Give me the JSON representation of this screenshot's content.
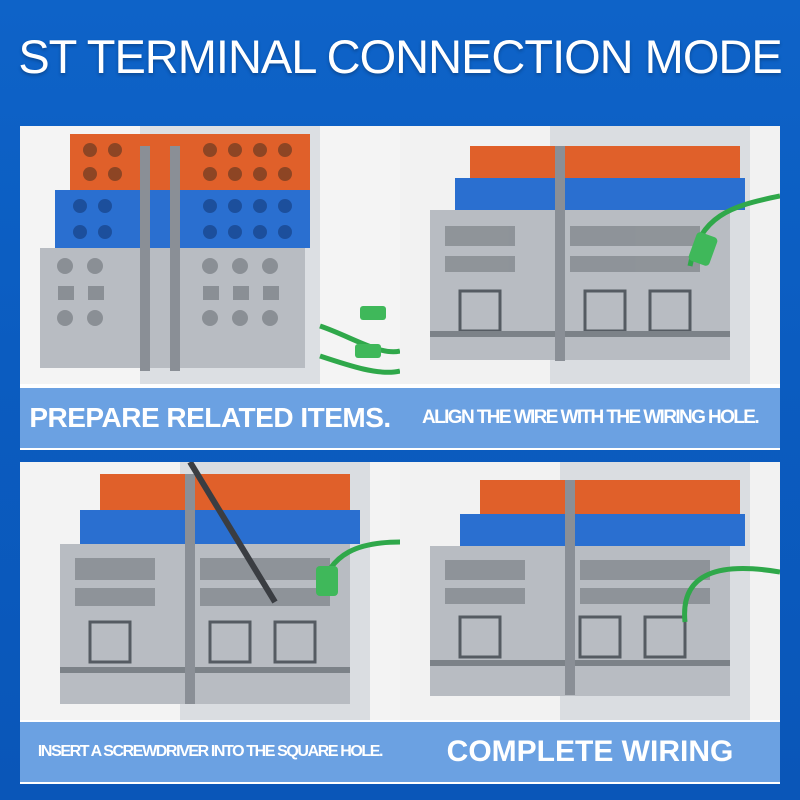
{
  "title": "ST TERMINAL CONNECTION MODE",
  "steps": [
    {
      "caption": "PREPARE RELATED ITEMS."
    },
    {
      "caption": "ALIGN THE WIRE WITH THE WIRING HOLE."
    },
    {
      "caption": "INSERT A SCREWDRIVER INTO THE SQUARE HOLE."
    },
    {
      "caption": "COMPLETE WIRING"
    }
  ],
  "colors": {
    "background": "#0b5cc0",
    "caption_band": "#4a8cdc",
    "terminal_orange": "#e0602a",
    "terminal_blue": "#2a6fd0",
    "terminal_gray": "#b8bcc2",
    "wire_green": "#2fa84a"
  }
}
